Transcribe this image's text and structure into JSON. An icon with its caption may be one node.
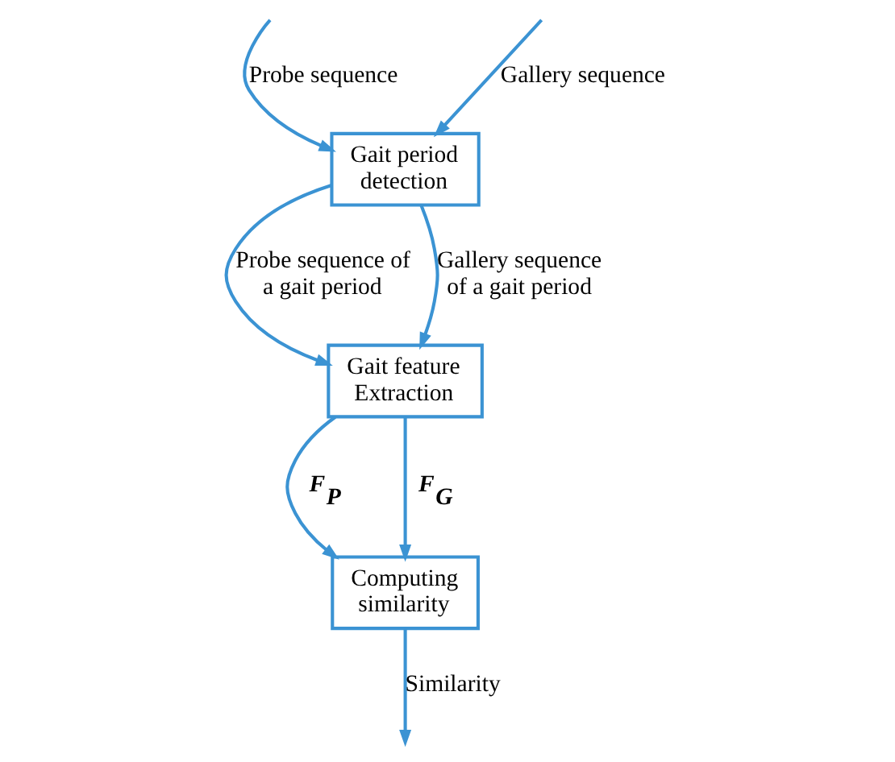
{
  "diagram": {
    "nodes": [
      {
        "text": [
          "Gait period detection"
        ]
      },
      {
        "text": [
          "Gait feature Extraction"
        ]
      },
      {
        "text": [
          "Computing similarity"
        ]
      }
    ],
    "edges": [
      {
        "from": null,
        "to": 0,
        "arrow": "to",
        "label": "Probe sequence"
      },
      {
        "from": null,
        "to": 0,
        "arrow": "to",
        "label": "Gallery sequence"
      },
      {
        "from": 0,
        "to": 1,
        "arrow": "to",
        "label": "Probe sequence of a gait period"
      },
      {
        "from": 0,
        "to": 1,
        "arrow": "to",
        "label": "Gallery sequence of a gait period"
      },
      {
        "from": 1,
        "to": 2,
        "arrow": "to",
        "label": "F$_{P}$"
      },
      {
        "from": 1,
        "to": 2,
        "arrow": "to",
        "label": "F$_{G}$"
      },
      {
        "from": 2,
        "to": null,
        "arrow": "to",
        "label": "Similarity"
      }
    ]
  }
}
